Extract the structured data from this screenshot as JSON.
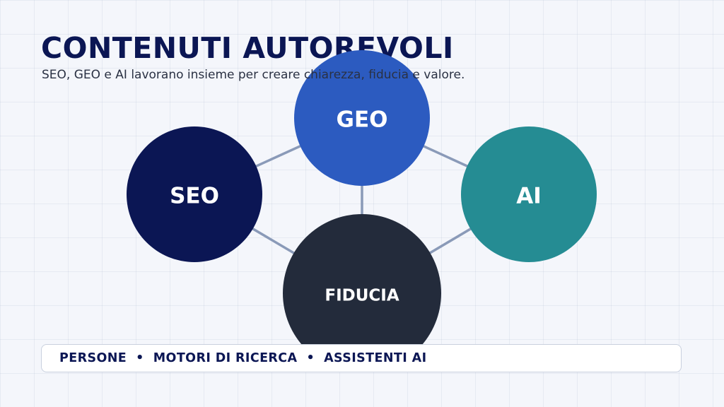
{
  "title": "CONTENUTI AUTOREVOLI",
  "subtitle": "SEO, GEO e AI lavorano insieme per creare chiarezza, fiducia e valore.",
  "nodes": [
    {
      "id": "geo",
      "label": "GEO",
      "color": "#2c5bc0"
    },
    {
      "id": "seo",
      "label": "SEO",
      "color": "#0b1654"
    },
    {
      "id": "ai",
      "label": "AI",
      "color": "#258c93"
    },
    {
      "id": "fiducia",
      "label": "FIDUCIA",
      "color": "#232b3b"
    }
  ],
  "connector_color": "#8a9ab8",
  "footer": {
    "items": [
      "PERSONE",
      "MOTORI DI RICERCA",
      "ASSISTENTI AI"
    ],
    "separator": "•"
  }
}
